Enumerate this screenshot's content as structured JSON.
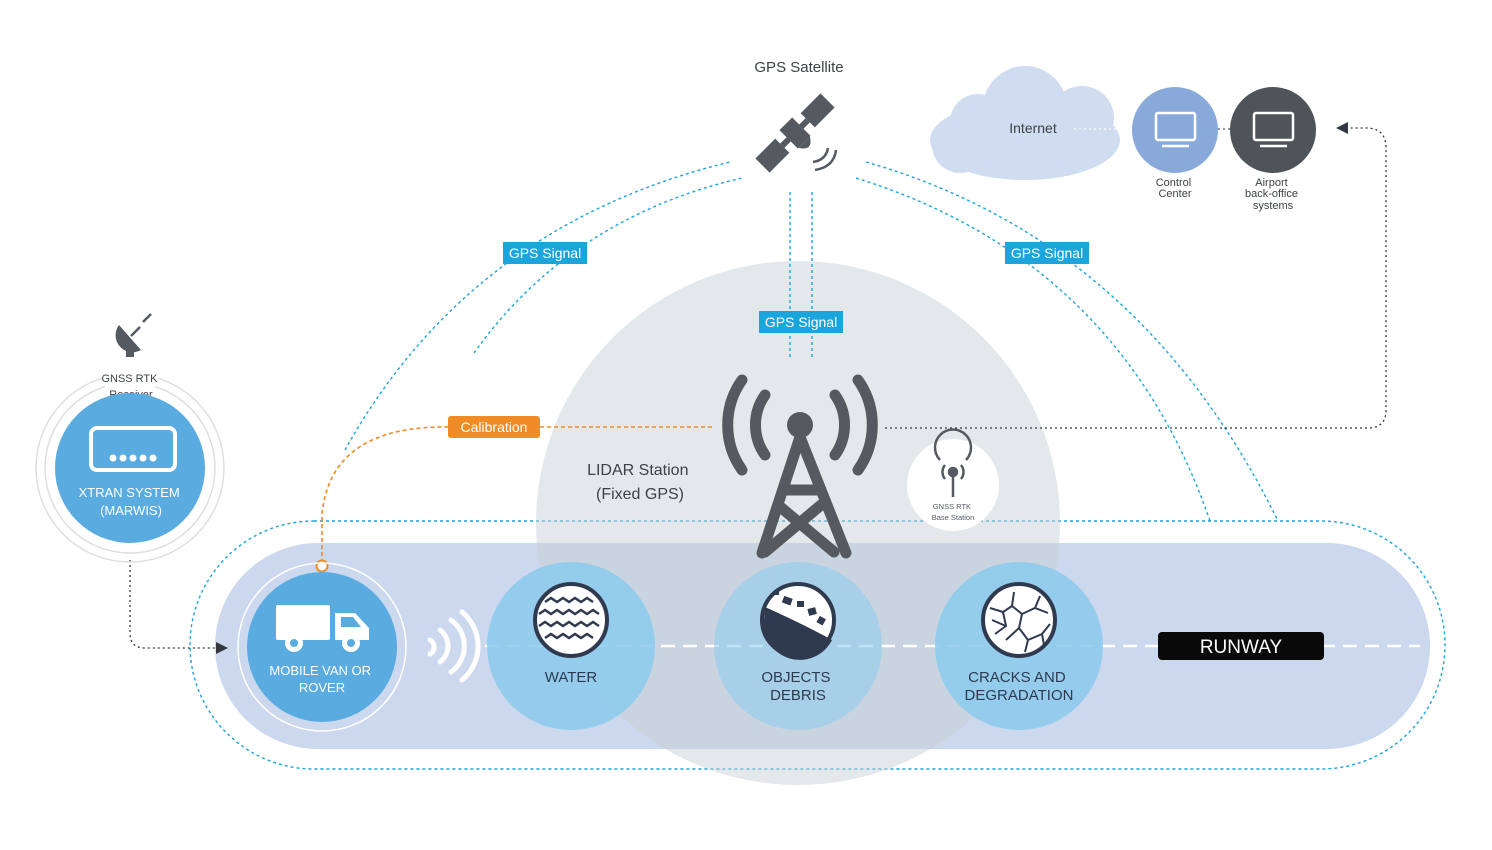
{
  "satellite": {
    "label": "GPS Satellite",
    "icon": "satellite-icon"
  },
  "signals": {
    "left": "GPS Signal",
    "center": "GPS Signal",
    "right": "GPS Signal",
    "calibration": "Calibration"
  },
  "network": {
    "internet": "Internet",
    "control_center": [
      "Control",
      "Center"
    ],
    "back_office": [
      "Airport",
      "back-office",
      "systems"
    ]
  },
  "receiver": {
    "label": [
      "GNSS RTK",
      "Receiver"
    ],
    "system": [
      "XTRAN SYSTEM",
      "(MARWIS)"
    ],
    "icon": "satellite-dish-icon"
  },
  "lidar": {
    "label": [
      "LIDAR Station",
      "(Fixed GPS)"
    ],
    "icon": "radio-tower-icon"
  },
  "base_station": {
    "label": [
      "GNSS RTK",
      "Base Station"
    ],
    "icon": "antenna-icon"
  },
  "rover": {
    "label": [
      "MOBILE VAN OR",
      "ROVER"
    ],
    "icon": "truck-icon"
  },
  "hazards": [
    {
      "label": [
        "WATER"
      ],
      "icon": "water-waves-icon"
    },
    {
      "label": [
        "OBJECTS",
        "DEBRIS"
      ],
      "icon": "debris-icon"
    },
    {
      "label": [
        "CRACKS AND",
        "DEGRADATION"
      ],
      "icon": "cracks-icon"
    }
  ],
  "runway": {
    "label": "RUNWAY"
  },
  "colors": {
    "accent_blue": "#1aa5dc",
    "node_blue": "#5aace0",
    "hazard_blue": "#8bcaec",
    "runway_band": "#cdd9ee",
    "orange": "#f08b25",
    "dark_gray": "#555a60",
    "cloud": "#d0dcef"
  }
}
